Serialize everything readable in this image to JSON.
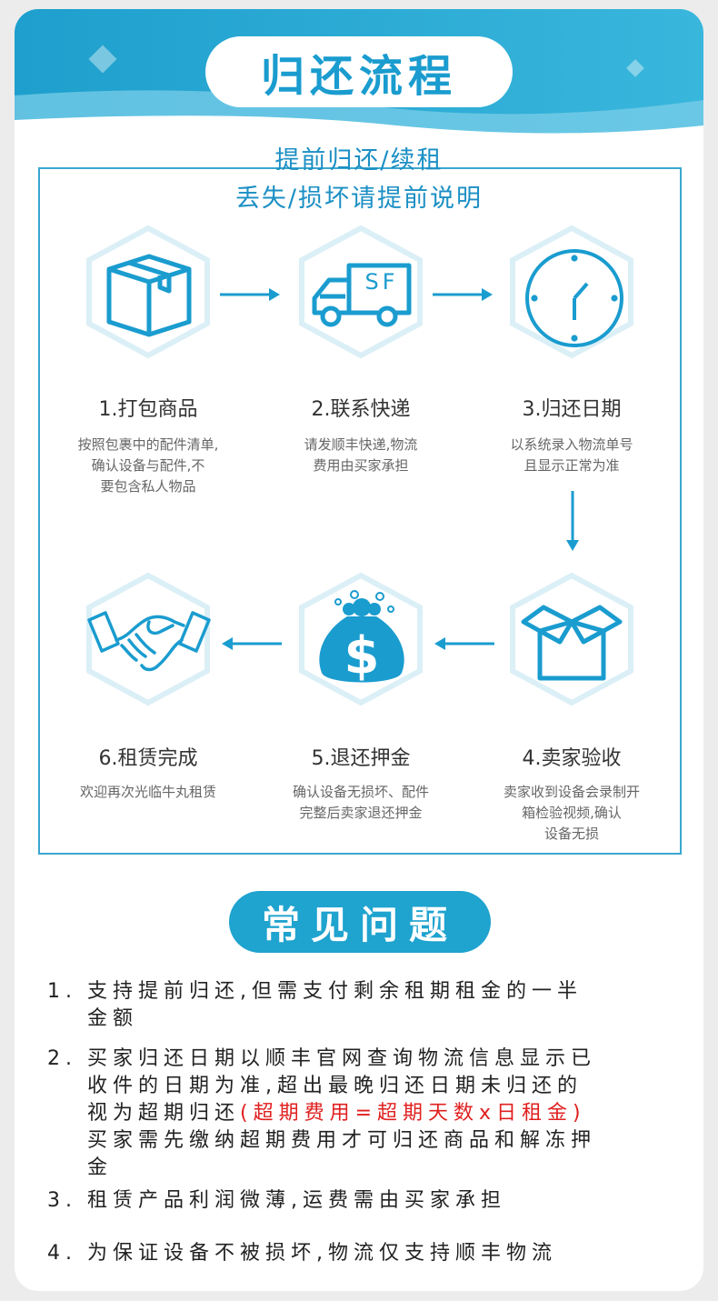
{
  "header": {
    "title": "归还流程"
  },
  "notes": {
    "line1": "提前归还/续租",
    "line2": "丢失/损坏请提前说明"
  },
  "steps": [
    {
      "icon": "package-box-icon",
      "title": "1.打包商品",
      "desc": [
        "按照包裹中的配件清单,",
        "确认设备与配件,不",
        "要包含私人物品"
      ]
    },
    {
      "icon": "delivery-truck-icon",
      "truck_label": "SF",
      "title": "2.联系快递",
      "desc": [
        "请发顺丰快递,物流",
        "费用由买家承担"
      ]
    },
    {
      "icon": "clock-icon",
      "title": "3.归还日期",
      "desc": [
        "以系统录入物流单号",
        "且显示正常为准"
      ]
    },
    {
      "icon": "open-box-icon",
      "title": "4.卖家验收",
      "desc": [
        "卖家收到设备会录制开",
        "箱检验视频,确认",
        "设备无损"
      ]
    },
    {
      "icon": "money-bag-icon",
      "title": "5.退还押金",
      "desc": [
        "确认设备无损坏、配件",
        "完整后卖家退还押金"
      ]
    },
    {
      "icon": "handshake-icon",
      "title": "6.租赁完成",
      "desc": [
        "欢迎再次光临牛丸租赁"
      ]
    }
  ],
  "faq": {
    "title": "常见问题",
    "items": [
      {
        "num": "1.",
        "lines": [
          "支持提前归还,但需支付剩余租期租金的一半",
          "金额"
        ]
      },
      {
        "num": "2.",
        "lines": [
          "买家归还日期以顺丰官网查询物流信息显示已",
          "收件的日期为准,超出最晚归还日期未归还的"
        ],
        "line3_prefix": "视为超期归还",
        "line3_red": "(超期费用=超期天数x日租金)",
        "lines_after": [
          "买家需先缴纳超期费用才可归还商品和解冻押",
          "金"
        ]
      },
      {
        "num": "3.",
        "lines": [
          "租赁产品利润微薄,运费需由买家承担"
        ]
      },
      {
        "num": "4.",
        "lines": [
          "为保证设备不被损坏,物流仅支持顺丰物流"
        ]
      }
    ]
  },
  "colors": {
    "accent": "#1a9ccf",
    "line": "#3aa7d0",
    "red": "#e02020"
  }
}
